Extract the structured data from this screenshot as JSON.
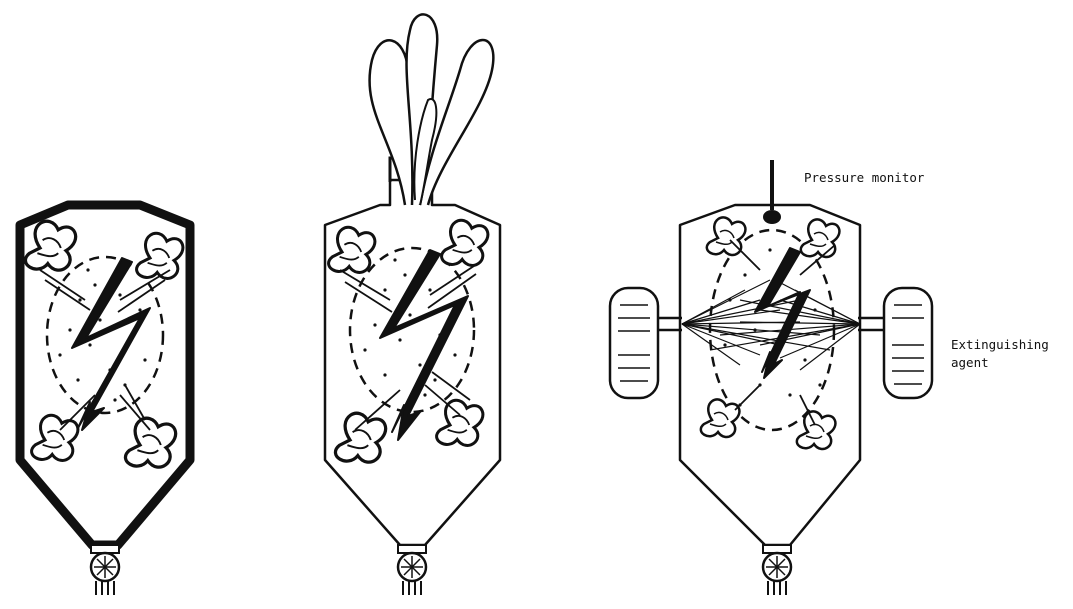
{
  "labels": {
    "pressure_monitor": "Pressure monitor",
    "extinguishing_line1": "Extinguishing",
    "extinguishing_line2": "agent"
  },
  "colors": {
    "ink": "#111111",
    "background": "#ffffff"
  },
  "panels": [
    {
      "id": "containment",
      "description_hidden": true
    },
    {
      "id": "venting",
      "description_hidden": true
    },
    {
      "id": "suppression",
      "description_hidden": true
    }
  ]
}
